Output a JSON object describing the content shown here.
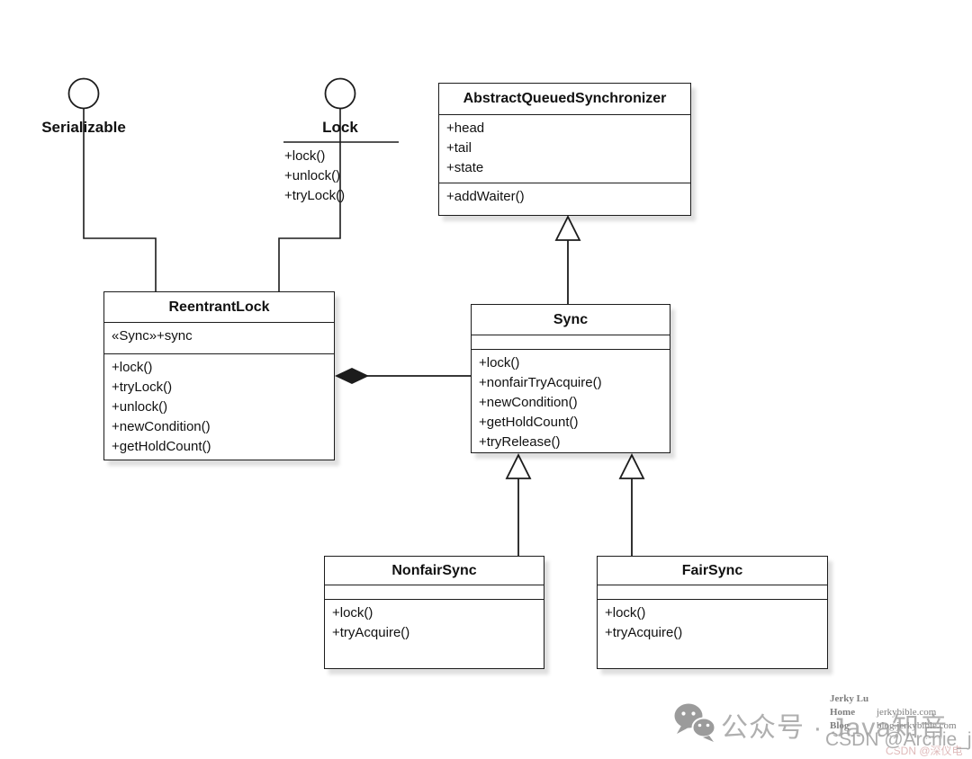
{
  "interfaces": {
    "serializable": {
      "name": "Serializable"
    },
    "lock": {
      "name": "Lock",
      "methods": [
        "+lock()",
        "+unlock()",
        "+tryLock()"
      ]
    }
  },
  "classes": {
    "aqs": {
      "name": "AbstractQueuedSynchronizer",
      "attributes": [
        "+head",
        "+tail",
        "+state"
      ],
      "methods": [
        "+addWaiter()"
      ]
    },
    "reentrant_lock": {
      "name": "ReentrantLock",
      "attributes": [
        "«Sync»+sync"
      ],
      "methods": [
        "+lock()",
        "+tryLock()",
        "+unlock()",
        "+newCondition()",
        "+getHoldCount()"
      ]
    },
    "sync": {
      "name": "Sync",
      "attributes": [],
      "methods": [
        "+lock()",
        "+nonfairTryAcquire()",
        "+newCondition()",
        "+getHoldCount()",
        "+tryRelease()"
      ]
    },
    "nonfair_sync": {
      "name": "NonfairSync",
      "attributes": [],
      "methods": [
        "+lock()",
        "+tryAcquire()"
      ]
    },
    "fair_sync": {
      "name": "FairSync",
      "attributes": [],
      "methods": [
        "+lock()",
        "+tryAcquire()"
      ]
    }
  },
  "relationships": [
    {
      "type": "lollipop-interface",
      "interface": "Serializable",
      "class": "ReentrantLock"
    },
    {
      "type": "lollipop-interface",
      "interface": "Lock",
      "class": "ReentrantLock"
    },
    {
      "type": "composition",
      "owner": "ReentrantLock",
      "part": "Sync"
    },
    {
      "type": "generalization",
      "child": "Sync",
      "parent": "AbstractQueuedSynchronizer"
    },
    {
      "type": "generalization",
      "child": "NonfairSync",
      "parent": "Sync"
    },
    {
      "type": "generalization",
      "child": "FairSync",
      "parent": "Sync"
    }
  ],
  "watermark": {
    "wechat_text": "公众号 · Java知音",
    "author": "Jerky Lu",
    "home_label": "Home",
    "home_value": "jerkybible.com",
    "blog_label": "Blog",
    "blog_value": "blog.jerkybible.com",
    "csdn": "CSDN @Archie_java",
    "csdn_faint": "CSDN @深仪电"
  },
  "colors": {
    "line": "#1c1c1c",
    "box_fill": "#ffffff",
    "watermark_gray": "#9b9b9b"
  }
}
